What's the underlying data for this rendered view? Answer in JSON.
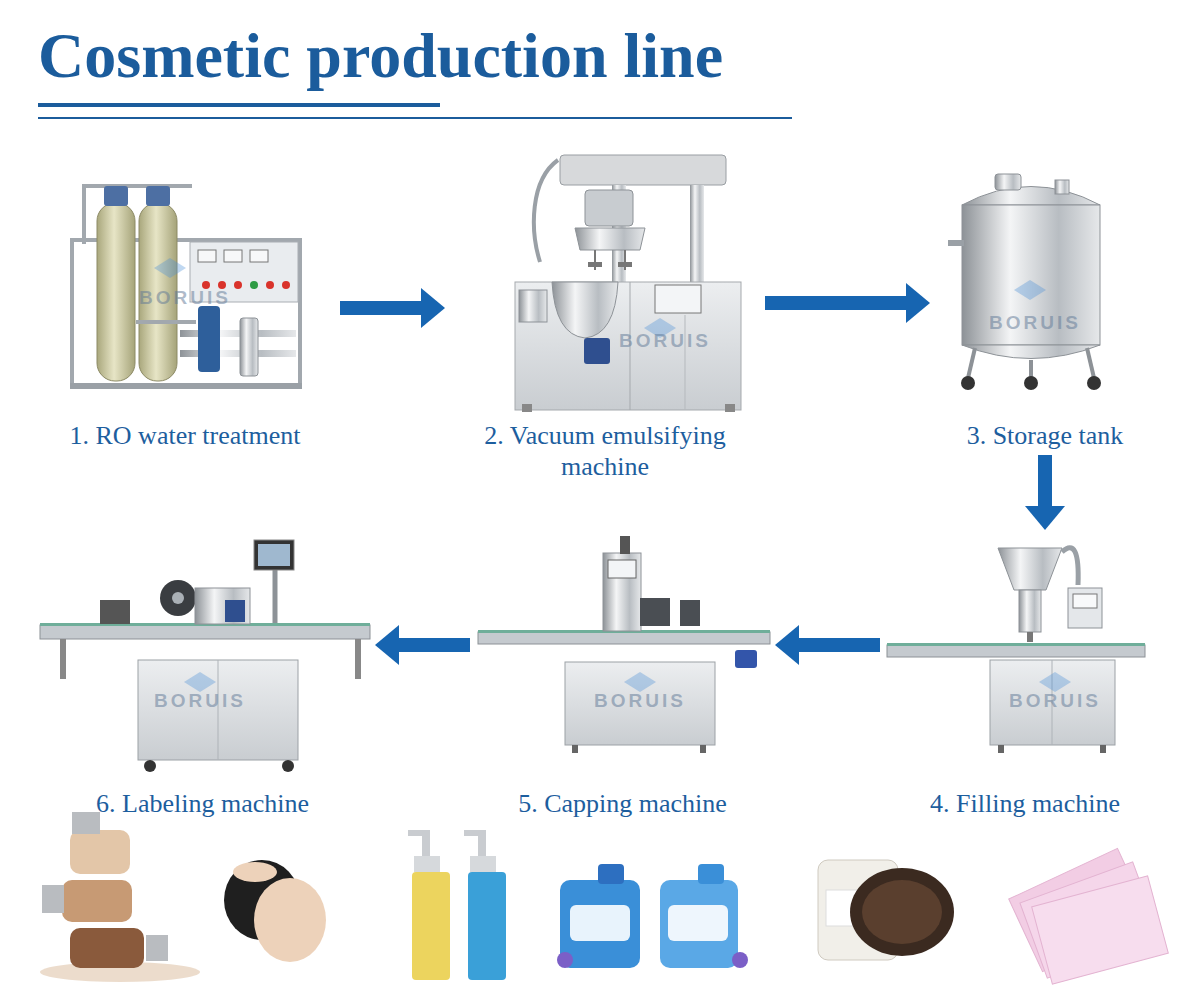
{
  "diagram": {
    "title": "Cosmetic production line",
    "nodes": [
      {
        "text": [
          "1. RO water treatment"
        ]
      },
      {
        "text": [
          "2. Vacuum emulsifying machine"
        ]
      },
      {
        "text": [
          "3. Storage tank"
        ]
      },
      {
        "text": [
          "4. Filling machine"
        ]
      },
      {
        "text": [
          "5. Capping machine"
        ]
      },
      {
        "text": [
          "6. Labeling machine"
        ]
      }
    ],
    "edges": [
      {
        "from": 0,
        "to": 1,
        "arrow": "to"
      },
      {
        "from": 1,
        "to": 2,
        "arrow": "to"
      },
      {
        "from": 2,
        "to": 3,
        "arrow": "to"
      },
      {
        "from": 3,
        "to": 4,
        "arrow": "to"
      },
      {
        "from": 4,
        "to": 5,
        "arrow": "to"
      }
    ],
    "labels": [
      "BORUIS",
      "BORUIS",
      "BORUIS",
      "BORUIS",
      "BORUIS",
      "BORUIS"
    ]
  }
}
